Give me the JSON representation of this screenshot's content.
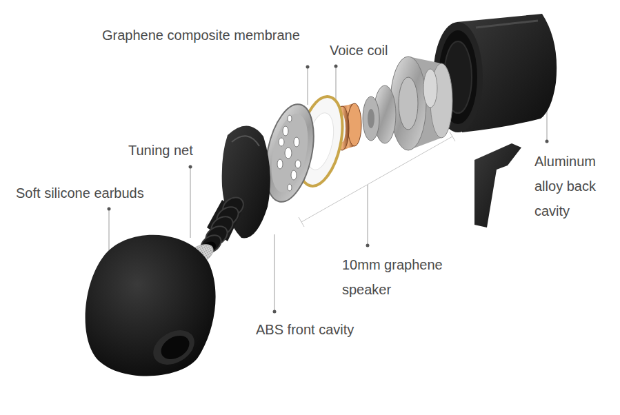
{
  "diagram": {
    "labels": [
      "Graphene composite membrane",
      "Voice coil",
      "Tuning net",
      "Soft silicone earbuds",
      "Aluminum alloy back cavity",
      "10mm graphene speaker",
      "ABS front cavity"
    ]
  }
}
